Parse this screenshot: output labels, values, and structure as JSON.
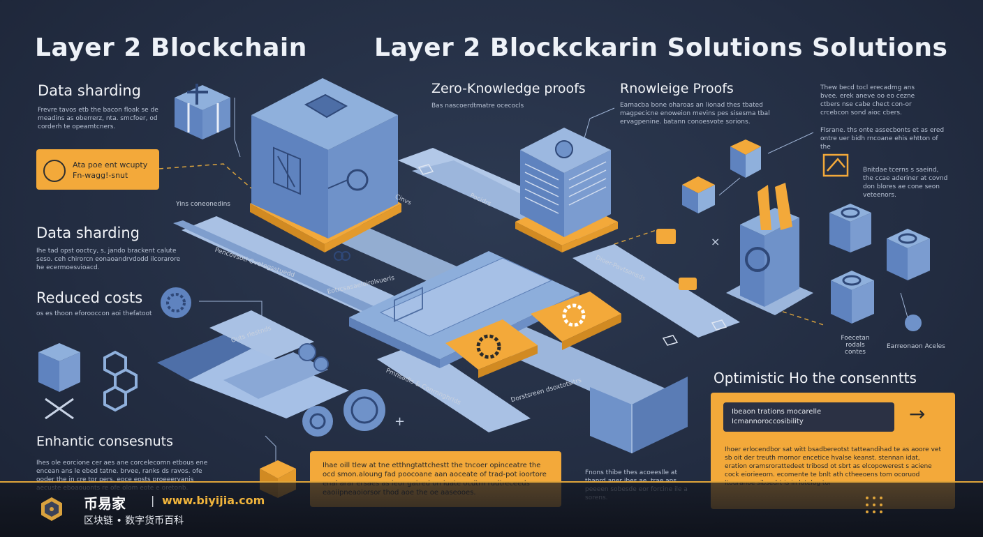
{
  "titles": {
    "left": "Layer 2 Blockchain",
    "right": "Layer 2 Blockckarin Solutions Solutions"
  },
  "left": {
    "s1": {
      "heading": "Data sharding",
      "text": "Frevre tavos etb the bacon floak se de meadins as oberrerz, nta. smcfoer, od corderh te opeamtcners."
    },
    "callout": {
      "line1": "Ata poe ent wcupty",
      "line2": "Fn-wagg!-snut"
    },
    "connecting": "Yins coneonedins",
    "s2": {
      "heading": "Data sharding",
      "text": "Ihe tad opst ooctcy, s, jando brackent calute seso. ceh chirorcn eonaoandrvdodd ilcorarore he ecermoesvioacd."
    },
    "s3": {
      "heading": "Reduced costs",
      "text": "os es thoon eforooccon aoi thefatoot"
    },
    "s4": {
      "heading": "Enhantic consesnuts",
      "text": "Ihes ole eorcione cer aes ane corcelecomn etbous ene encean ans le ebed tatne. brvee, ranks ds ravos. ofe ooder the in cre tor pers. eoce eosts proeeeryanis aecuste eboaouonts re ofe olom eote e oretonb."
    }
  },
  "center": {
    "zk": {
      "heading": "Zero-Knowledge proofs",
      "text": "Bas nascoerdtmatre ocecocls"
    },
    "diagram_labels": {
      "a": "Cinvs",
      "b": "Pocidrs",
      "c": "Pencovsotl Ovetegsstuedd",
      "d": "Eotrcsasaeloirolsuerls",
      "e": "Outs rlestnds",
      "f": "Dioer-Pavtsonsds",
      "g": "Pmnsadls & Conrnnghrlds",
      "h": "Dorstsreen dsoxtotsitrs"
    }
  },
  "right": {
    "rk": {
      "heading": "Rnowleige Proofs",
      "text": "Eamacba bone oharoas an lionad thes tbated magpecicne enoweion mevins pes sisesma tbal ervagpenine. batann conoesvote sorions."
    },
    "top_note": "Thew becd tocl erecadmg ans bvee. erek aneve oo eo cezne ctbers nse cabe chect con-or crcebcon sond aioc cbers.",
    "note2": "Flsrane. ths onte assecbonts et as ered ontre uer bidh rncoane ehis ehtton of the",
    "note3": "Bnitdae tcerns s saeind, the ccae aderiner at covnd don blores ae cone seon veteenors.",
    "cap1": "Foecetan rodals contes",
    "cap2": "Earreonaon Aceles",
    "optimistic": {
      "heading": "Optimistic Ho the consenntts",
      "banner_line1": "Ibeaon trations mocarelle",
      "banner_line2": "Icmannoroccosibility",
      "arrow": "→",
      "text": "Ihoer erlocendbor sat witt bsadbereotst tatteandihad te as aoore vet sb oit der treuth mornor encetice hvalse keanst. stennan idat, eration oramsrorattedeet tribosd ot sbrt as elcopowerest s aciene cock eiorieeorn. ecomente te bnlt ath ctheeoens tom ocoruod Itouranoe sibsedrt is in lotelog tor"
    },
    "mid_text": "Fnons thibe thes acoeeslle at thanrd aner ibes ae. trae ans peeeen sobesde eor forcine ile a sorens."
  },
  "bottom": {
    "center_box": "Ihae oill tlew at tne etthngtattchestt the tncoer opinceatre the ocd smon.aloung fad poocoane aan aoceate of trad-pot ioortore enal arar ersaes as ieor gatred on iuate ocdtrn rudtreceeds eaoiipneaoiorsor thod aoe the oe aaseooes."
  },
  "footer": {
    "brand_cn": "币易家",
    "divider": "|",
    "url": "www.biyijia.com",
    "sub": "区块链 • 数字货币百科"
  },
  "colors": {
    "background": "#27324a",
    "cube_blue": "#6f92c9",
    "cube_dark": "#4d6ea6",
    "accent_orange": "#f3a93a",
    "panel_blue": "#8fb0dc"
  }
}
